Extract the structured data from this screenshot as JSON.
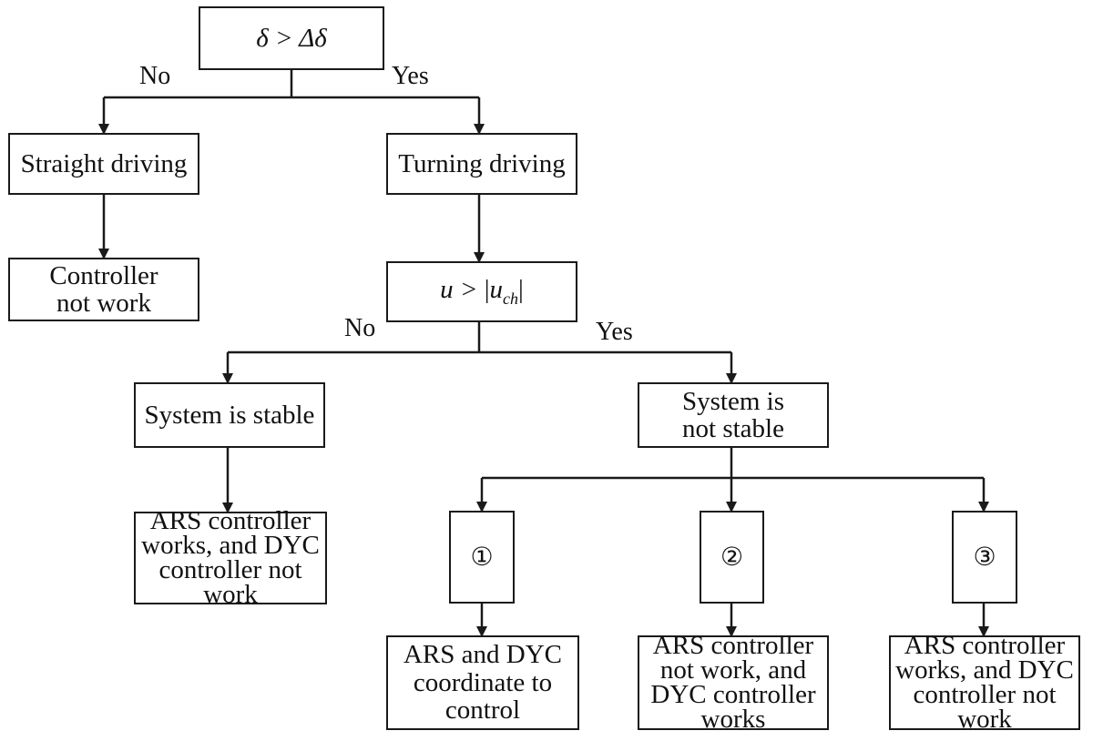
{
  "nodes": {
    "cond_delta": {
      "text": "δ > Δδ"
    },
    "straight": {
      "text": "Straight driving"
    },
    "turning": {
      "text": "Turning driving"
    },
    "ctrl_not_work": {
      "lines": [
        "Controller",
        "not work"
      ]
    },
    "cond_u": {
      "lhs": "u > ",
      "rhs": "u",
      "sub": "ch"
    },
    "stable": {
      "text": "System is stable"
    },
    "not_stable": {
      "lines": [
        "System is",
        "not stable"
      ]
    },
    "ars_works_dyc_not": {
      "lines": [
        "ARS controller",
        "works, and DYC",
        "controller not",
        "work"
      ]
    },
    "case1": {
      "text": "①"
    },
    "case2": {
      "text": "②"
    },
    "case3": {
      "text": "③"
    },
    "coordinate": {
      "lines": [
        "ARS and DYC",
        "coordinate to",
        "control"
      ]
    },
    "ars_not_dyc_works": {
      "lines": [
        "ARS controller",
        "not work, and",
        "DYC controller",
        "works"
      ]
    },
    "ars_works_dyc_not_2": {
      "lines": [
        "ARS controller",
        "works, and DYC",
        "controller not",
        "work"
      ]
    }
  },
  "edge_labels": {
    "no_1": "No",
    "yes_1": "Yes",
    "no_2": "No",
    "yes_2": "Yes"
  }
}
